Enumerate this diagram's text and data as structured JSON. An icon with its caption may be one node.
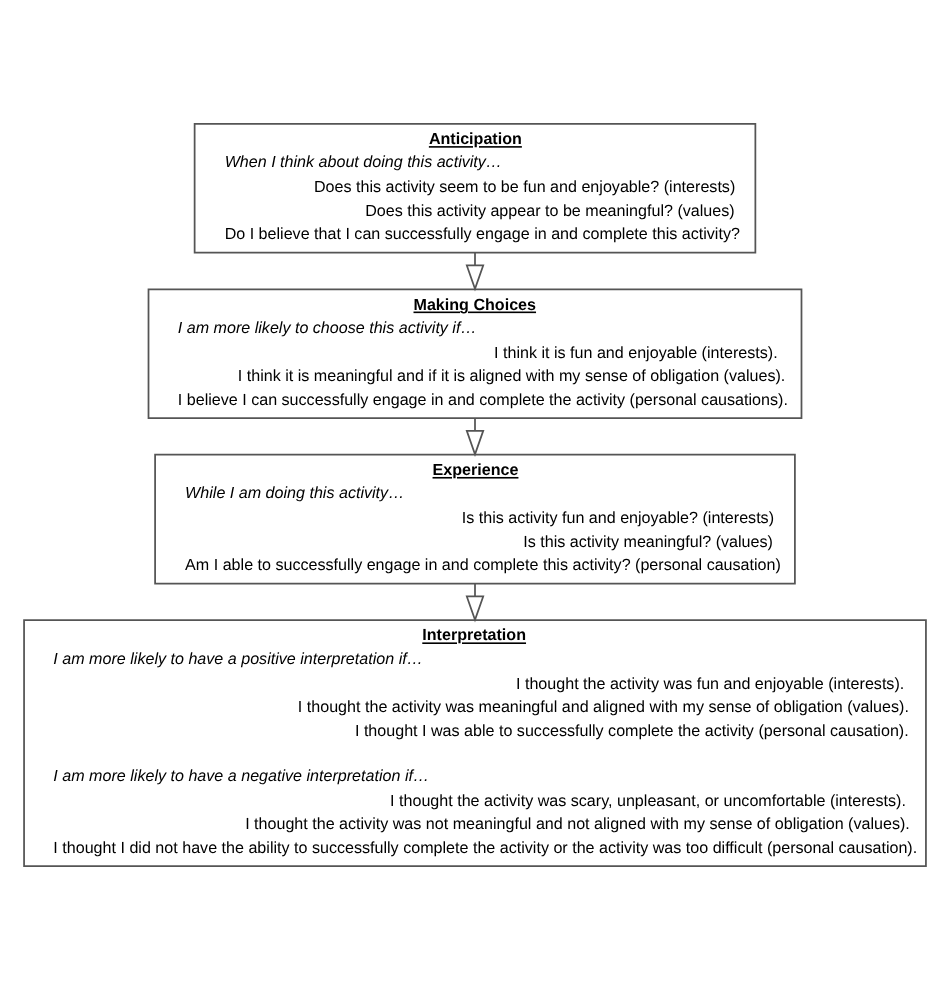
{
  "diagram": {
    "nodes": [
      {
        "text": [
          "Anticipation",
          "When I think about doing this activity…",
          "Does this activity seem to be fun and enjoyable? (interests)",
          "Does this activity appear to be meaningful? (values)",
          "Do I believe that I can successfully engage in and complete this activity?"
        ]
      },
      {
        "text": [
          "Making Choices",
          "I am more likely to choose this activity if…",
          "I think it is fun and enjoyable (interests).",
          "I think it is meaningful and if it is aligned with my sense of obligation (values).",
          "I believe I can successfully engage in and complete the activity (personal causations)."
        ]
      },
      {
        "text": [
          "Experience",
          "While I am doing this activity…",
          "Is this activity fun and enjoyable? (interests)",
          "Is this activity meaningful? (values)",
          "Am I able to successfully engage in and complete this activity? (personal causation)"
        ]
      },
      {
        "text": [
          "Interpretation",
          "I am more likely to have a positive interpretation if…",
          "I thought the activity was fun and enjoyable (interests).",
          "I thought the activity was meaningful and aligned with my sense of obligation (values).",
          "I thought I was able to successfully complete the activity (personal causation).",
          "I am more likely to have a negative interpretation if…",
          "I thought the activity was scary, unpleasant, or uncomfortable (interests).",
          "I thought the activity was not meaningful and not aligned with my sense of obligation (values).",
          "I thought I did not have the ability to successfully complete the activity or the activity was too difficult (personal causation)."
        ]
      }
    ],
    "edges": [
      {
        "from": 0,
        "to": 1,
        "arrow": "to"
      },
      {
        "from": 1,
        "to": 2,
        "arrow": "to"
      },
      {
        "from": 2,
        "to": 3,
        "arrow": "to"
      }
    ]
  }
}
